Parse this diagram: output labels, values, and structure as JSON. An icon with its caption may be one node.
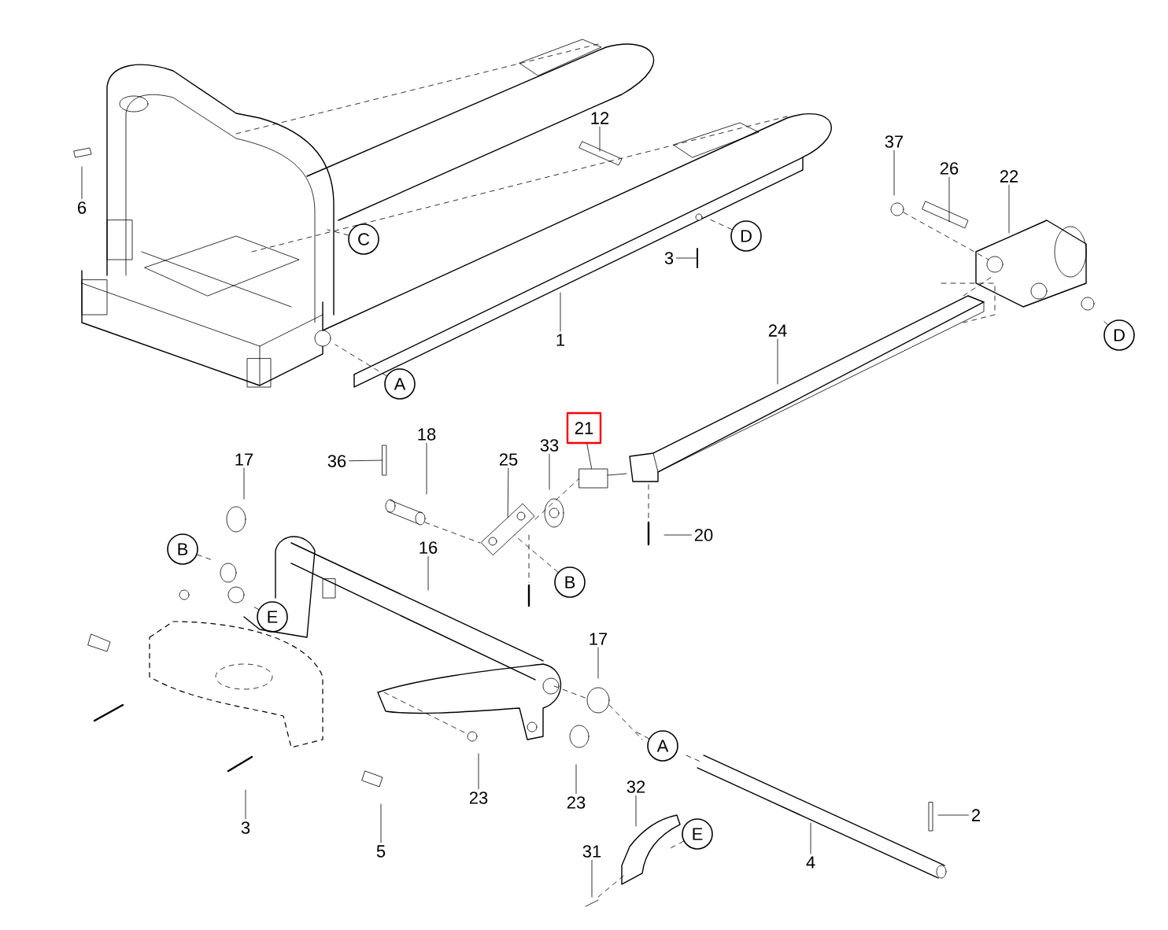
{
  "diagram": {
    "nodes": [
      {
        "text": [
          "6"
        ]
      },
      {
        "text": [
          "C"
        ]
      },
      {
        "text": [
          "12"
        ]
      },
      {
        "text": [
          "1"
        ]
      },
      {
        "text": [
          "3"
        ]
      },
      {
        "text": [
          "D"
        ]
      },
      {
        "text": [
          "A"
        ]
      },
      {
        "text": [
          "37"
        ]
      },
      {
        "text": [
          "26"
        ]
      },
      {
        "text": [
          "22"
        ]
      },
      {
        "text": [
          "D"
        ]
      },
      {
        "text": [
          "24"
        ]
      },
      {
        "text": [
          "21"
        ]
      },
      {
        "text": [
          "17"
        ]
      },
      {
        "text": [
          "36"
        ]
      },
      {
        "text": [
          "18"
        ]
      },
      {
        "text": [
          "25"
        ]
      },
      {
        "text": [
          "33"
        ]
      },
      {
        "text": [
          "20"
        ]
      },
      {
        "text": [
          "B"
        ]
      },
      {
        "text": [
          "16"
        ]
      },
      {
        "text": [
          "B"
        ]
      },
      {
        "text": [
          "E"
        ]
      },
      {
        "text": [
          "17"
        ]
      },
      {
        "text": [
          "A"
        ]
      },
      {
        "text": [
          "23"
        ]
      },
      {
        "text": [
          "23"
        ]
      },
      {
        "text": [
          "3"
        ]
      },
      {
        "text": [
          "5"
        ]
      },
      {
        "text": [
          "32"
        ]
      },
      {
        "text": [
          "E"
        ]
      },
      {
        "text": [
          "31"
        ]
      },
      {
        "text": [
          "4"
        ]
      },
      {
        "text": [
          "2"
        ]
      },
      {
        "text": [],
        "shape": "box"
      },
      {
        "text": [],
        "shape": "box"
      },
      {
        "text": [],
        "shape": "box"
      }
    ],
    "edges": [
      {
        "from": 0,
        "to": null,
        "arrow": "none"
      },
      {
        "from": 1,
        "to": null,
        "arrow": "none",
        "style": "dashed"
      },
      {
        "from": 2,
        "to": null,
        "arrow": "none"
      },
      {
        "from": 3,
        "to": null,
        "arrow": "none"
      },
      {
        "from": 4,
        "to": null,
        "arrow": "none"
      },
      {
        "from": 5,
        "to": null,
        "arrow": "none",
        "style": "dashed"
      },
      {
        "from": 6,
        "to": null,
        "arrow": "none",
        "style": "dashed"
      },
      {
        "from": 7,
        "to": null,
        "arrow": "none"
      },
      {
        "from": 8,
        "to": null,
        "arrow": "none"
      },
      {
        "from": 9,
        "to": null,
        "arrow": "none"
      },
      {
        "from": 10,
        "to": null,
        "arrow": "none",
        "style": "dashed"
      },
      {
        "from": 11,
        "to": null,
        "arrow": "none"
      },
      {
        "from": 12,
        "to": 36,
        "arrow": "none"
      },
      {
        "from": 13,
        "to": null,
        "arrow": "none"
      },
      {
        "from": 14,
        "to": 34,
        "arrow": "none"
      },
      {
        "from": 15,
        "to": null,
        "arrow": "none"
      },
      {
        "from": 16,
        "to": 35,
        "arrow": "none"
      },
      {
        "from": 17,
        "to": null,
        "arrow": "none"
      },
      {
        "from": 18,
        "to": null,
        "arrow": "none"
      },
      {
        "from": 19,
        "to": null,
        "arrow": "none",
        "style": "dashed"
      },
      {
        "from": 20,
        "to": null,
        "arrow": "none"
      },
      {
        "from": 21,
        "to": 35,
        "arrow": "none",
        "style": "dashed"
      },
      {
        "from": 22,
        "to": null,
        "arrow": "none",
        "style": "dashed"
      },
      {
        "from": 23,
        "to": null,
        "arrow": "none"
      },
      {
        "from": 24,
        "to": null,
        "arrow": "none",
        "style": "dashed"
      },
      {
        "from": 25,
        "to": null,
        "arrow": "none"
      },
      {
        "from": 26,
        "to": null,
        "arrow": "none"
      },
      {
        "from": 27,
        "to": null,
        "arrow": "none"
      },
      {
        "from": 28,
        "to": null,
        "arrow": "none"
      },
      {
        "from": 29,
        "to": null,
        "arrow": "none"
      },
      {
        "from": 30,
        "to": null,
        "arrow": "none",
        "style": "dashed"
      },
      {
        "from": 31,
        "to": null,
        "arrow": "none"
      },
      {
        "from": 32,
        "to": null,
        "arrow": "none"
      },
      {
        "from": 33,
        "to": null,
        "arrow": "none"
      }
    ]
  }
}
